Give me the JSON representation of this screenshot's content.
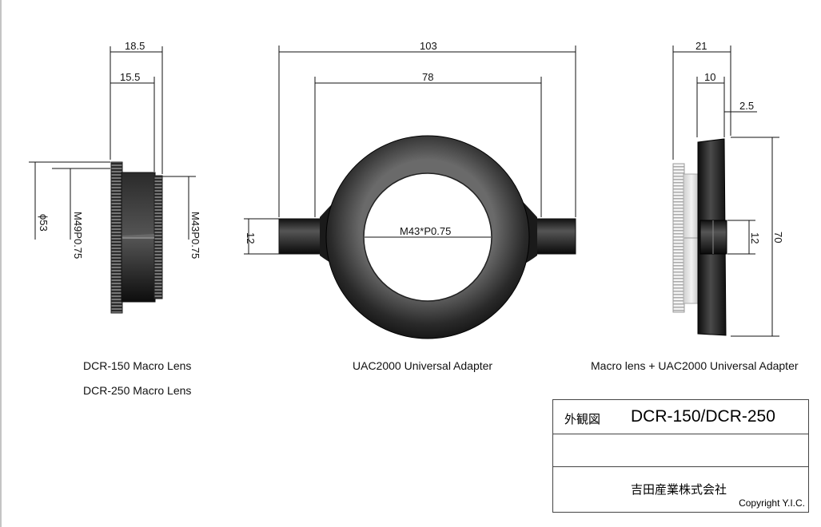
{
  "dimensions": {
    "lens_width_total": "18.5",
    "lens_width_body": "15.5",
    "lens_dia_outer": "ϕ53",
    "lens_thread_front": "M49P0.75",
    "lens_thread_rear": "M43P0.75",
    "adapter_total_width": "103",
    "adapter_inner_width": "78",
    "adapter_thread": "M43*P0.75",
    "adapter_tab_height": "12",
    "combo_width_total": "21",
    "combo_width_adapter": "10",
    "combo_width_flange": "2.5",
    "combo_tab_height": "12",
    "combo_height": "70"
  },
  "captions": {
    "lens_line1": "DCR-150 Macro Lens",
    "lens_line2": "DCR-250 Macro Lens",
    "adapter": "UAC2000 Universal Adapter",
    "combo": "Macro lens + UAC2000 Universal Adapter"
  },
  "title_block": {
    "label": "外観図",
    "model": "DCR-150/DCR-250",
    "company": "吉田産業株式会社",
    "copyright": "Copyright Y.I.C."
  },
  "colors": {
    "lens_body": "#1a1a1a",
    "knurl_silver": "#d8d8d8",
    "line": "#111111"
  }
}
